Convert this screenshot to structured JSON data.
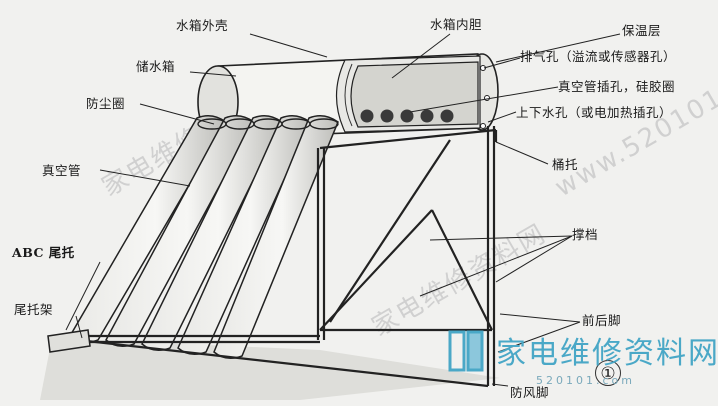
{
  "labels": {
    "tank_shell": "水箱外壳",
    "inner_tank": "水箱内胆",
    "insulation": "保温层",
    "storage_tank": "储水箱",
    "vent_hole": "排气孔（溢流或传感器孔）",
    "dust_ring": "防尘圈",
    "tube_hole": "真空管插孔，硅胶圈",
    "water_hole": "上下水孔（或电加热插孔）",
    "vacuum_tube": "真空管",
    "bucket_support": "桶托",
    "abc_tail": "ABC 尾托",
    "brace": "撑档",
    "tail_frame": "尾托架",
    "legs": "前后脚",
    "wind_foot": "防风脚"
  },
  "figure_number": "①",
  "watermark": {
    "brand": "家电维修资料网",
    "url": "520101.com",
    "faint_text": "家电维修资料网",
    "faint_url": "www.520101.com",
    "logo_color": "#4aa8c7"
  }
}
